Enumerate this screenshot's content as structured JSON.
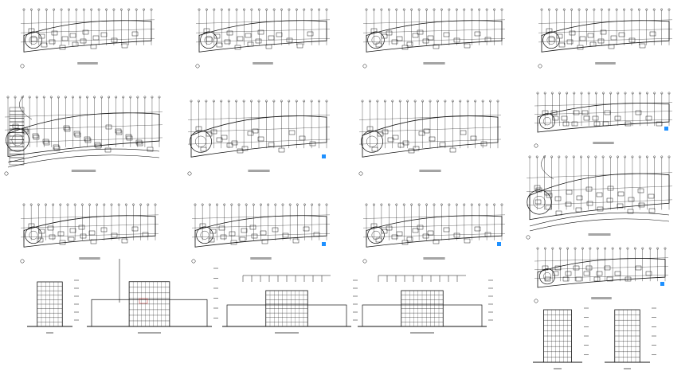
{
  "sheet": {
    "drawing_kind": "architectural CAD sheet",
    "line_color": "#111111",
    "accent_color": "#1e90ff",
    "background": "#ffffff"
  },
  "plans": [
    {
      "id": "plan-r1-1",
      "kind": "floor-plan",
      "caption": "",
      "curved": true
    },
    {
      "id": "plan-r1-2",
      "kind": "floor-plan",
      "caption": "",
      "curved": true
    },
    {
      "id": "plan-r1-3",
      "kind": "floor-plan",
      "caption": "",
      "curved": true
    },
    {
      "id": "plan-r1-4",
      "kind": "floor-plan",
      "caption": "",
      "curved": true
    },
    {
      "id": "site-plan",
      "kind": "site-plan",
      "caption": "",
      "curved": true
    },
    {
      "id": "plan-r2-2",
      "kind": "floor-plan",
      "caption": "",
      "curved": true
    },
    {
      "id": "plan-r2-3",
      "kind": "floor-plan",
      "caption": "",
      "curved": true
    },
    {
      "id": "plan-r2-4",
      "kind": "floor-plan",
      "caption": "",
      "curved": true
    },
    {
      "id": "site-plan-2",
      "kind": "site-plan",
      "caption": "",
      "curved": true
    },
    {
      "id": "plan-r3-1",
      "kind": "floor-plan",
      "caption": "",
      "curved": true
    },
    {
      "id": "plan-r3-2",
      "kind": "floor-plan",
      "caption": "",
      "curved": true
    },
    {
      "id": "plan-r3-3",
      "kind": "floor-plan",
      "caption": "",
      "curved": true
    },
    {
      "id": "plan-r3-4",
      "kind": "floor-plan",
      "caption": "",
      "curved": true
    }
  ],
  "elevations": [
    {
      "id": "section-1",
      "kind": "section",
      "caption": ""
    },
    {
      "id": "elevation-1",
      "kind": "elevation",
      "caption": ""
    },
    {
      "id": "elevation-2",
      "kind": "elevation",
      "caption": ""
    },
    {
      "id": "elevation-3",
      "kind": "elevation",
      "caption": ""
    },
    {
      "id": "elevation-4",
      "kind": "elevation",
      "caption": ""
    },
    {
      "id": "elevation-5",
      "kind": "elevation",
      "caption": ""
    }
  ]
}
